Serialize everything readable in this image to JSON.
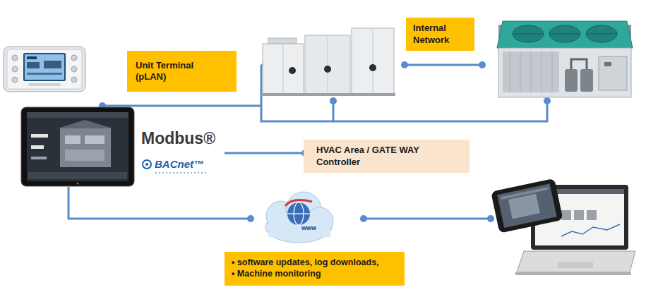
{
  "diagram": {
    "nodes": [
      {
        "text": [
          "Unit Terminal (pLAN)"
        ]
      },
      {
        "text": [
          "Internal Network"
        ]
      },
      {
        "text": [
          "HVAC Area / GATE WAY Controller"
        ]
      },
      {
        "text": [
          "• software updates, log downloads,",
          "• Machine monitoring"
        ]
      }
    ],
    "labels": [
      "Modbus®",
      "BACnet™",
      "www"
    ]
  }
}
